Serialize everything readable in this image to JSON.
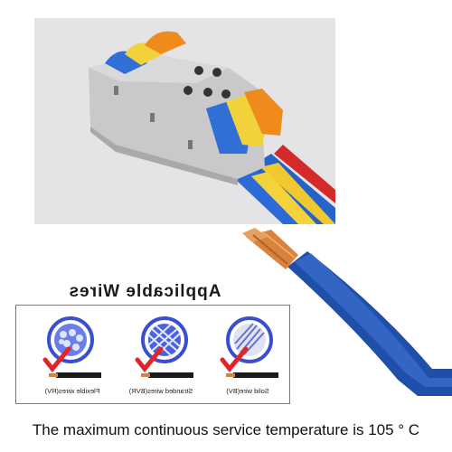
{
  "applicable": {
    "title": "Applicable Wires",
    "types": [
      {
        "label": "Flexible wires(RV)",
        "pattern": "flexible"
      },
      {
        "label": "Stranded wires(BVR)",
        "pattern": "stranded"
      },
      {
        "label": "Solid wire(BV)",
        "pattern": "solid"
      }
    ]
  },
  "footer": {
    "text": "The maximum continuous service temperature is 105 ° C"
  },
  "colors": {
    "lever_blue": "#2f6fd6",
    "lever_yellow": "#f2d23a",
    "lever_orange": "#ef8a1c",
    "wire_red": "#d42a2a",
    "cable_blue": "#1f4fa8",
    "copper": "#d9823e",
    "check_red": "#e0242a",
    "circle_blue": "#3a4fd0"
  },
  "icons": [
    "connector-photo",
    "copper-wire-illustration",
    "check-mark-icon"
  ]
}
